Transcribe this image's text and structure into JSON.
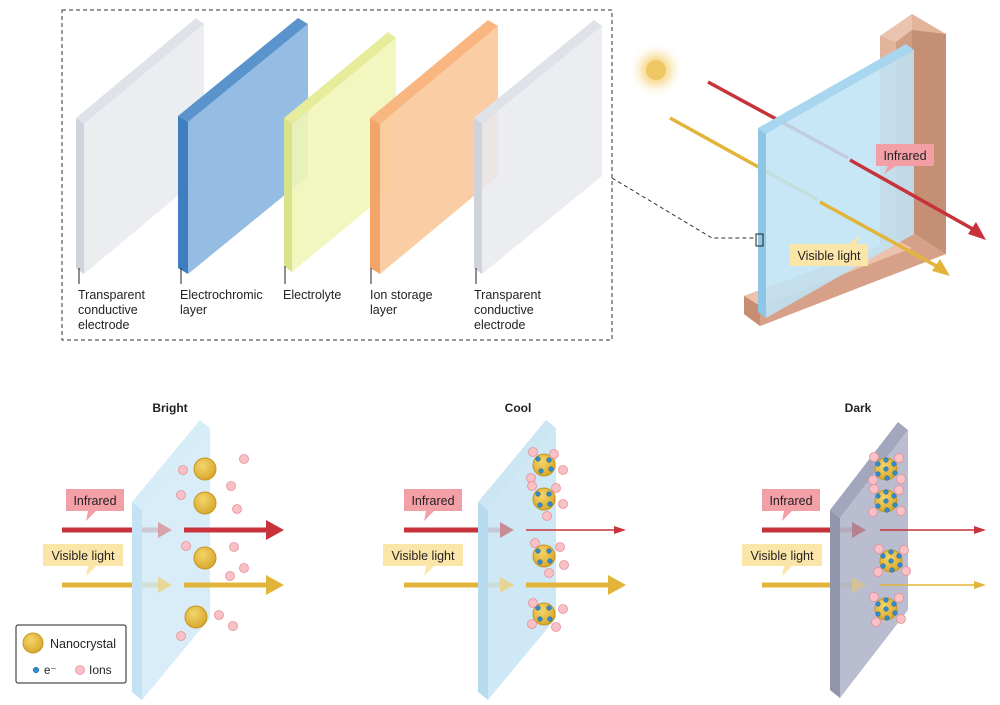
{
  "layers": [
    {
      "label_lines": [
        "Transparent",
        "conductive",
        "electrode"
      ]
    },
    {
      "label_lines": [
        "Electrochromic",
        "layer"
      ]
    },
    {
      "label_lines": [
        "Electrolyte"
      ]
    },
    {
      "label_lines": [
        "Ion storage",
        "layer"
      ]
    },
    {
      "label_lines": [
        "Transparent",
        "conductive",
        "electrode"
      ]
    }
  ],
  "window": {
    "infrared_label": "Infrared",
    "visible_label": "Visible light"
  },
  "states": [
    {
      "title": "Bright",
      "infrared_label": "Infrared",
      "visible_label": "Visible light"
    },
    {
      "title": "Cool",
      "infrared_label": "Infrared",
      "visible_label": "Visible light"
    },
    {
      "title": "Dark",
      "infrared_label": "Infrared",
      "visible_label": "Visible light"
    }
  ],
  "legend": {
    "nanocrystal": "Nanocrystal",
    "electron": "e⁻",
    "ions": "Ions"
  },
  "colors": {
    "infrared": "#c8323a",
    "visible": "#e8b835",
    "electrochromic": "#78a8d8",
    "electrolyte": "#f1f5b0",
    "ion_storage": "#fbc590",
    "electrode": "#e6e8ee",
    "glass": "#bfe3f5",
    "dark_glass": "#a9adc4",
    "frame": "#d8a890",
    "nanocrystal": "#e6b93a",
    "electron": "#2f8ccf",
    "ion": "#f6b9c0",
    "infrared_tag": "#f2a0a5",
    "visible_tag": "#fbe6a9"
  }
}
